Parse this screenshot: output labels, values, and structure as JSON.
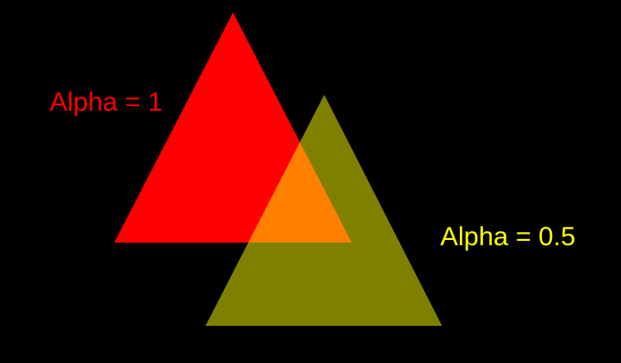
{
  "background_color": "#000000",
  "triangles": [
    {
      "id": "red-triangle",
      "color": "#ff0000",
      "alpha": 1,
      "label": "Alpha = 1"
    },
    {
      "id": "yellow-triangle",
      "color": "#ffff00",
      "alpha": 0.5,
      "label": "Alpha = 0.5"
    }
  ]
}
